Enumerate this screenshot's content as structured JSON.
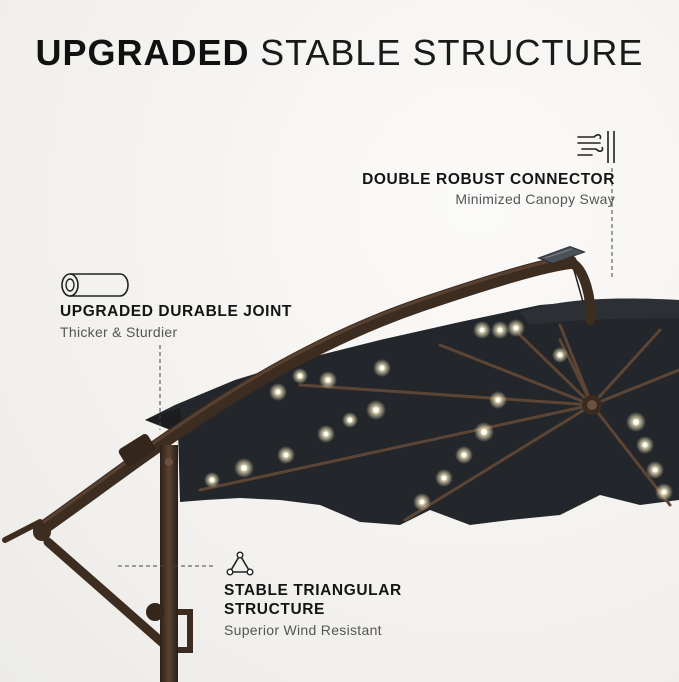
{
  "title": {
    "bold": "UPGRADED",
    "light": "STABLE STRUCTURE"
  },
  "features": {
    "connector": {
      "heading": "DOUBLE ROBUST CONNECTOR",
      "subtitle": "Minimized Canopy Sway",
      "icon": "wind-icon"
    },
    "joint": {
      "heading": "UPGRADED DURABLE JOINT",
      "subtitle": "Thicker & Sturdier",
      "icon": "tube-icon"
    },
    "triangular": {
      "heading_line1": "STABLE TRIANGULAR",
      "heading_line2": "STRUCTURE",
      "subtitle": "Superior Wind Resistant",
      "icon": "triangle-icon"
    }
  },
  "colors": {
    "frame": "#4a3526",
    "canopy": "#23262a",
    "led": "#fff6d8",
    "text": "#141414"
  }
}
